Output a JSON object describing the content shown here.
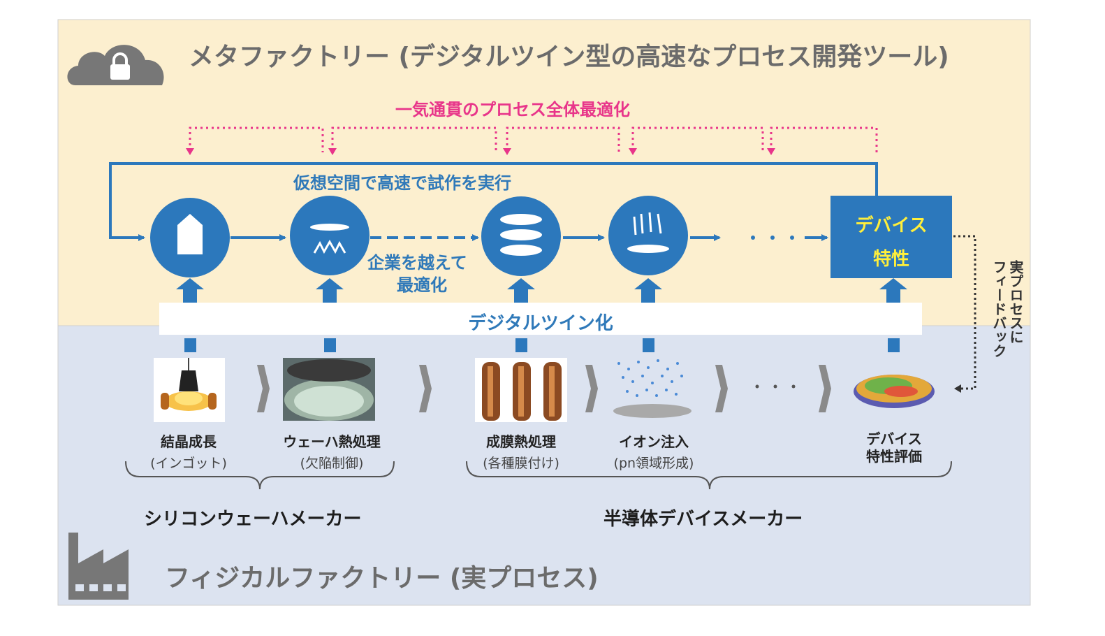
{
  "meta_factory": {
    "title": "メタファクトリー (デジタルツイン型の高速なプロセス開発ツール)",
    "optimization_label": "一気通貫のプロセス全体最適化",
    "virtual_label": "仮想空間で高速で試作を実行",
    "cross_company_label_1": "企業を越えて",
    "cross_company_label_2": "最適化",
    "ellipsis": "・・・",
    "device_box_line1": "デバイス",
    "device_box_line2": "特性",
    "feedback_label": "実プロセスに\nフィードバック"
  },
  "digital_twin_label": "デジタルツイン化",
  "physical_factory": {
    "title": "フィジカルファクトリー (実プロセス)",
    "ellipsis": "・・・"
  },
  "steps": [
    {
      "name": "結晶成長",
      "sub": "(インゴット)",
      "icon": "crystal-icon"
    },
    {
      "name": "ウェーハ熱処理",
      "sub": "(欠陥制御)",
      "icon": "wafer-heat-icon"
    },
    {
      "name": "成膜熱処理",
      "sub": "(各種膜付け)",
      "icon": "film-layers-icon"
    },
    {
      "name": "イオン注入",
      "sub": "(pn領域形成)",
      "icon": "ion-implant-icon"
    },
    {
      "name": "デバイス\n特性評価",
      "sub": "",
      "icon": "device-wafer-icon"
    }
  ],
  "makers": {
    "silicon": "シリコンウェーハメーカー",
    "semiconductor": "半導体デバイスメーカー"
  },
  "colors": {
    "meta_bg": "#fcefcf",
    "physical_bg": "#dce3f0",
    "blue": "#2c78bc",
    "pink": "#e8358a",
    "device_text": "#ffef3b"
  }
}
